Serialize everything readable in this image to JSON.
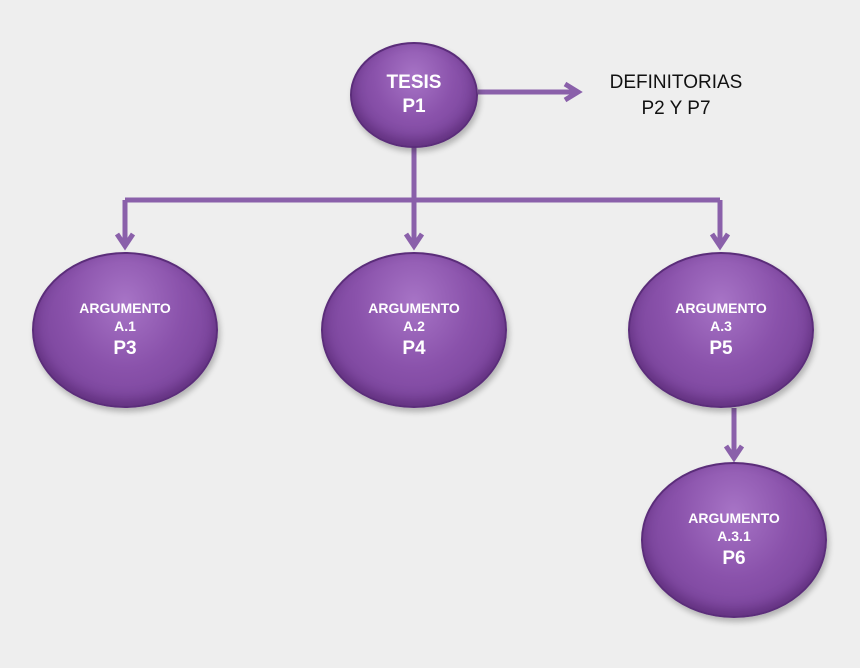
{
  "colors": {
    "node_fill": "#8a52ab",
    "node_border": "#5b2d7a",
    "connector": "#8a60aa",
    "background": "#eeeeee"
  },
  "thesis": {
    "label": "TESIS",
    "code": "P1"
  },
  "definitions": {
    "line1": "DEFINITORIAS",
    "line2": "P2 Y P7"
  },
  "arguments": [
    {
      "label": "ARGUMENTO",
      "id": "A.1",
      "code": "P3"
    },
    {
      "label": "ARGUMENTO",
      "id": "A.2",
      "code": "P4"
    },
    {
      "label": "ARGUMENTO",
      "id": "A.3",
      "code": "P5"
    },
    {
      "label": "ARGUMENTO",
      "id": "A.3.1",
      "code": "P6"
    }
  ]
}
